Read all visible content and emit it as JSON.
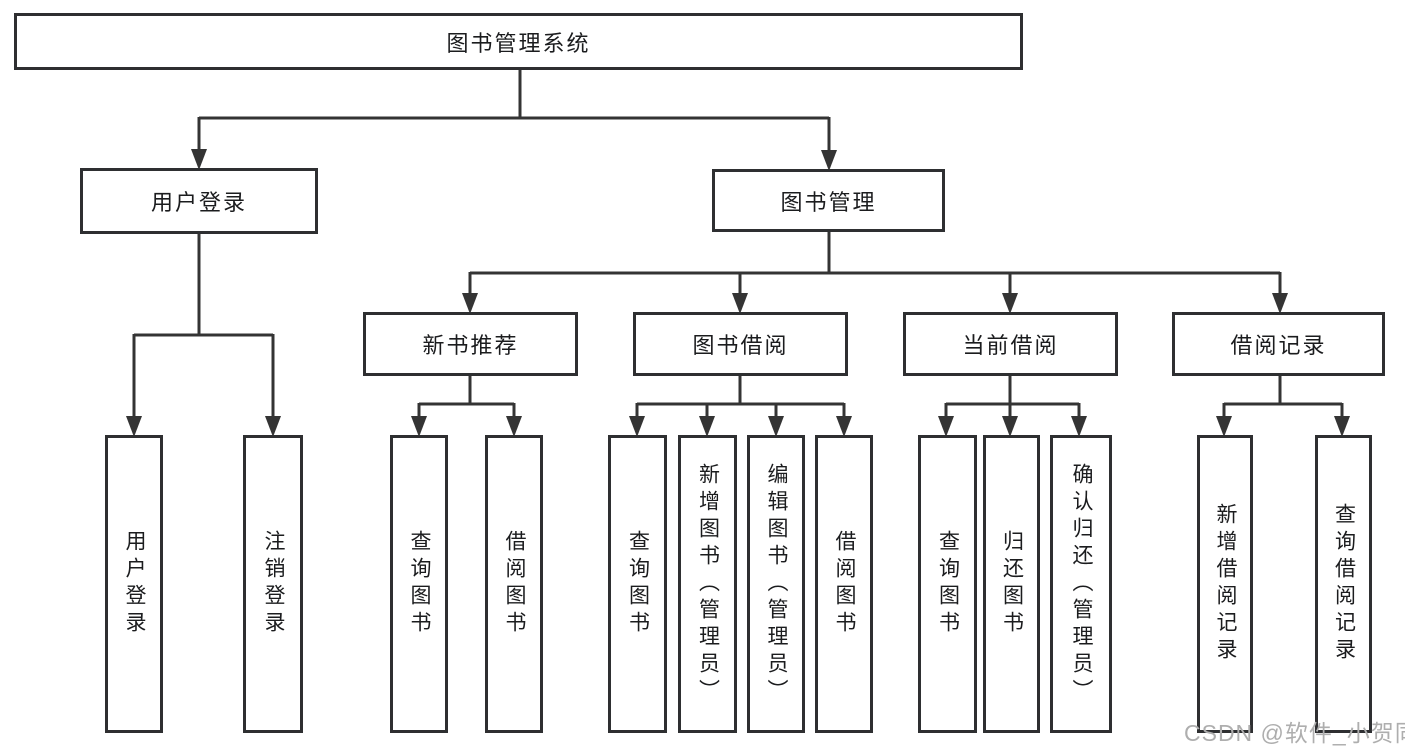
{
  "nodes": {
    "root": "图书管理系统",
    "user_login_group": "用户登录",
    "book_mgmt": "图书管理",
    "new_book_rec": "新书推荐",
    "book_borrow": "图书借阅",
    "current_borrow": "当前借阅",
    "borrow_records": "借阅记录",
    "leaf_user_login": "用户登录",
    "leaf_logout": "注销登录",
    "leaf_nbr_query": "查询图书",
    "leaf_nbr_borrow": "借阅图书",
    "leaf_bb_query": "查询图书",
    "leaf_bb_add": "新增图书（管理员）",
    "leaf_bb_edit": "编辑图书（管理员）",
    "leaf_bb_borrow": "借阅图书",
    "leaf_cb_query": "查询图书",
    "leaf_cb_return": "归还图书",
    "leaf_cb_confirm": "确认归还（管理员）",
    "leaf_br_add": "新增借阅记录",
    "leaf_br_query": "查询借阅记录"
  },
  "watermark": {
    "text": "CSDN @软件_小贺同学"
  },
  "colors": {
    "line": "#343434",
    "box_border": "#2e2f31",
    "text": "#1b1c1e",
    "watermark": "#aeaeae",
    "background": "#ffffff"
  }
}
